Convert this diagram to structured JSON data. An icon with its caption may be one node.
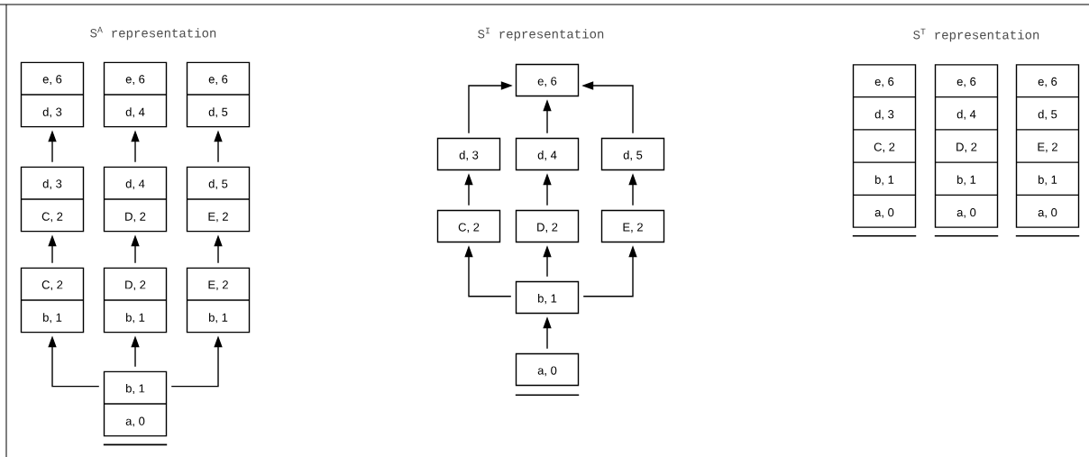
{
  "diagram": {
    "nodes": [
      {
        "text": [
          "e, 6",
          "d, 3"
        ]
      },
      {
        "text": [
          "e, 6",
          "d, 4"
        ]
      },
      {
        "text": [
          "e, 6",
          "d, 5"
        ]
      },
      {
        "text": [
          "d, 3",
          "C, 2"
        ]
      },
      {
        "text": [
          "d, 4",
          "D, 2"
        ]
      },
      {
        "text": [
          "d, 5",
          "E, 2"
        ]
      },
      {
        "text": [
          "C, 2",
          "b, 1"
        ]
      },
      {
        "text": [
          "D, 2",
          "b, 1"
        ]
      },
      {
        "text": [
          "E, 2",
          "b, 1"
        ]
      },
      {
        "text": [
          "b, 1",
          "a, 0"
        ]
      },
      {
        "text": [
          "e, 6"
        ]
      },
      {
        "text": [
          "d, 3"
        ]
      },
      {
        "text": [
          "d, 4"
        ]
      },
      {
        "text": [
          "d, 5"
        ]
      },
      {
        "text": [
          "C, 2"
        ]
      },
      {
        "text": [
          "D, 2"
        ]
      },
      {
        "text": [
          "E, 2"
        ]
      },
      {
        "text": [
          "b, 1"
        ]
      },
      {
        "text": [
          "a, 0"
        ]
      },
      {
        "text": [
          "e, 6",
          "d, 3",
          "C, 2",
          "b, 1",
          "a, 0"
        ]
      },
      {
        "text": [
          "e, 6",
          "d, 4",
          "D, 2",
          "b, 1",
          "a, 0"
        ]
      },
      {
        "text": [
          "e, 6",
          "d, 5",
          "E, 2",
          "b, 1",
          "a, 0"
        ]
      }
    ],
    "edges": [
      {
        "from": 3,
        "to": 0,
        "arrow": "to"
      },
      {
        "from": 4,
        "to": 1,
        "arrow": "to"
      },
      {
        "from": 5,
        "to": 2,
        "arrow": "to"
      },
      {
        "from": 6,
        "to": 3,
        "arrow": "to"
      },
      {
        "from": 7,
        "to": 4,
        "arrow": "to"
      },
      {
        "from": 8,
        "to": 5,
        "arrow": "to"
      },
      {
        "from": 9,
        "to": 6,
        "arrow": "to"
      },
      {
        "from": 9,
        "to": 7,
        "arrow": "to"
      },
      {
        "from": 9,
        "to": 8,
        "arrow": "to"
      },
      {
        "from": 11,
        "to": 10,
        "arrow": "to"
      },
      {
        "from": 12,
        "to": 10,
        "arrow": "to"
      },
      {
        "from": 13,
        "to": 10,
        "arrow": "to"
      },
      {
        "from": 14,
        "to": 11,
        "arrow": "to"
      },
      {
        "from": 15,
        "to": 12,
        "arrow": "to"
      },
      {
        "from": 16,
        "to": 13,
        "arrow": "to"
      },
      {
        "from": 17,
        "to": 14,
        "arrow": "to"
      },
      {
        "from": 17,
        "to": 15,
        "arrow": "to"
      },
      {
        "from": 17,
        "to": 16,
        "arrow": "to"
      },
      {
        "from": 18,
        "to": 17,
        "arrow": "to"
      }
    ],
    "labels": [
      "S$^{A}$ representation",
      "S$^{I}$ representation",
      "S$^{T}$ representation"
    ]
  }
}
